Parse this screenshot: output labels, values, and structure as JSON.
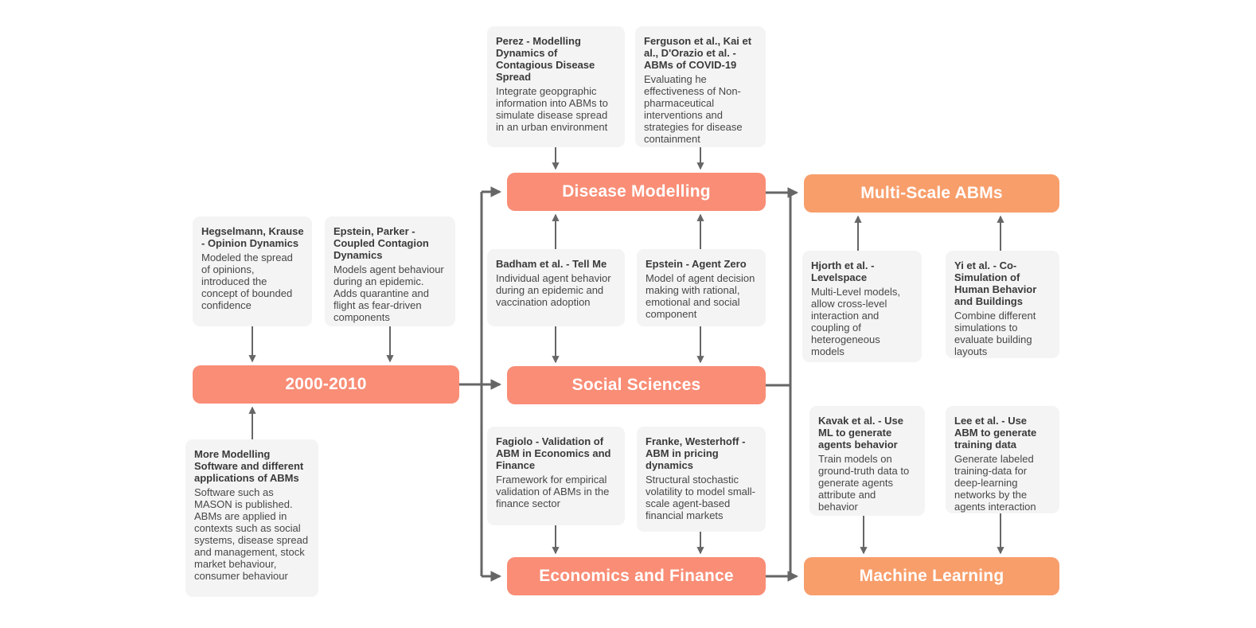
{
  "diagram": {
    "title_semantic": "ABM research timeline 2000-2010 flowchart",
    "colors": {
      "timeline_bar": "#F98D76",
      "outcome_bar": "#F89E6B",
      "note_box_background": "#F4F4F4",
      "connector_gray": "#666666",
      "bar_text": "#FFFFFF",
      "note_title_text": "#3A3A3A",
      "note_body_text": "#474747",
      "canvas_background": "#FFFFFF"
    },
    "bars": {
      "decade": {
        "label": "2000-2010"
      },
      "disease_modelling": {
        "label": "Disease Modelling"
      },
      "social_sciences": {
        "label": "Social Sciences"
      },
      "economics_finance": {
        "label": "Economics and Finance"
      },
      "multi_scale_abms": {
        "label": "Multi-Scale ABMs"
      },
      "machine_learning": {
        "label": "Machine Learning"
      }
    },
    "notes": {
      "perez": {
        "title": "Perez - Modelling Dynamics of Contagious Disease Spread",
        "body": "Integrate geopgraphic information into ABMs to simulate  disease spread in an urban environment"
      },
      "ferguson": {
        "title": "Ferguson et al.,  Kai et al., D'Orazio et al. - ABMs of COVID-19",
        "body": "Evaluating he effectiveness of Non-pharmaceutical interventions and strategies for disease containment"
      },
      "hegselmann": {
        "title": "Hegselmann, Krause -  Opinion Dynamics",
        "body": "Modeled the spread of opinions, introduced the concept of bounded confidence"
      },
      "epstein_parker": {
        "title": "Epstein, Parker - Coupled Contagion Dynamics",
        "body": "Models  agent behaviour during an epidemic. Adds quarantine and flight as fear-driven components"
      },
      "badham": {
        "title": "Badham et al. - Tell Me",
        "body": "Individual agent behavior during an epidemic and vaccination adoption"
      },
      "epstein_zero": {
        "title": "Epstein - Agent Zero",
        "body": "Model of agent decision making with rational, emotional and social component"
      },
      "hjorth": {
        "title": "Hjorth et al. - Levelspace",
        "body": "Multi-Level models, allow cross-level interaction and coupling of heterogeneous models"
      },
      "yi": {
        "title": "Yi et al. - Co-Simulation of Human Behavior and Buildings",
        "body": "Combine different simulations to evaluate building layouts"
      },
      "more_software": {
        "title": "More Modelling Software and different applications of ABMs",
        "body": "Software such as MASON is published. ABMs are  applied in contexts such as social systems, disease spread and management, stock market behaviour, consumer behaviour"
      },
      "fagiolo": {
        "title": "Fagiolo - Validation of ABM in Economics and Finance",
        "body": " Framework for empirical validation of ABMs in the finance sector"
      },
      "franke": {
        "title": "Franke, Westerhoff - ABM in pricing dynamics",
        "body": "Structural stochastic volatility to model small-scale agent-based financial markets"
      },
      "kavak": {
        "title": "Kavak et al. - Use ML to generate agents behavior",
        "body": "Train models on ground-truth data to generate agents attribute and behavior"
      },
      "lee": {
        "title": "Lee et al. - Use ABM to generate training data",
        "body": "Generate labeled training-data for deep-learning networks by the agents interaction"
      }
    }
  }
}
